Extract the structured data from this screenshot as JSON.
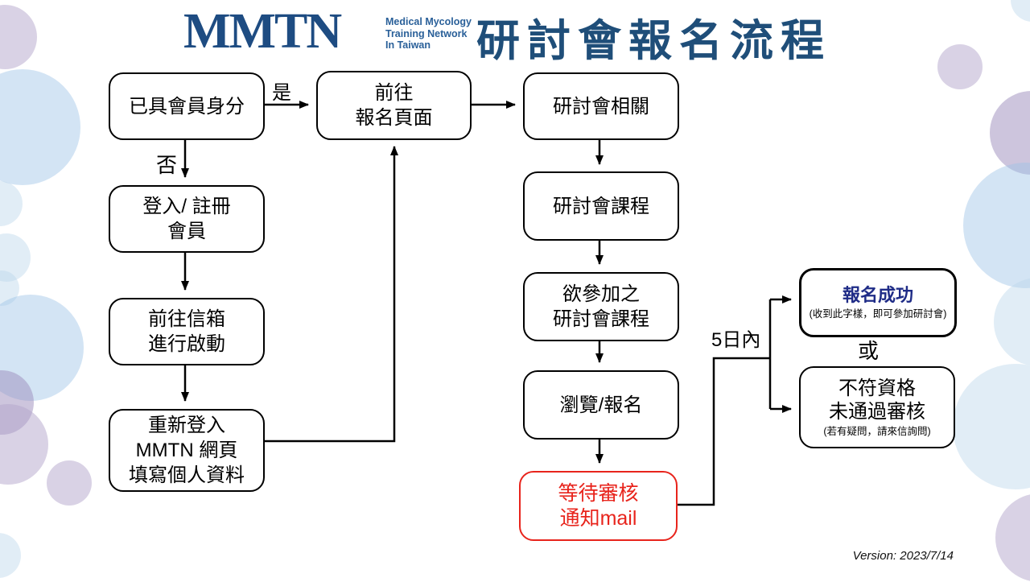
{
  "header": {
    "logo_text": "MMTN",
    "logo_tagline": "Medical Mycology\nTraining Network\nIn Taiwan",
    "title": "研討會報名流程"
  },
  "flowchart": {
    "boxes": {
      "member": "已具會員身分",
      "login_register": "登入/ 註冊\n會員",
      "mailbox_activate": "前往信箱\n進行啟動",
      "relogin_fill": "重新登入\nMMTN 網頁\n填寫個人資料",
      "goto_registration": "前往\n報名頁面",
      "seminar_related": "研討會相關",
      "seminar_courses": "研討會課程",
      "desired_course": "欲參加之\n研討會課程",
      "browse_register": "瀏覽/報名",
      "wait_review_mail": "等待審核\n通知mail",
      "success_title": "報名成功",
      "success_caption": "(收到此字樣，即可參加研討會)",
      "rejected": "不符資格\n未通過審核",
      "rejected_caption": "(若有疑問，請來信詢問)"
    },
    "labels": {
      "yes": "是",
      "no": "否",
      "within_days": "5日內",
      "or": "或"
    }
  },
  "footer": {
    "version": "Version: 2023/7/14"
  },
  "colors": {
    "brand_blue": "#1F4E79",
    "logo_blue": "#1E4C82",
    "success_navy": "#1F2C87",
    "alert_red": "#E8241C",
    "line_black": "#000000",
    "decor_blue": "#9DC3E6",
    "decor_purple": "#9C8CBB"
  }
}
